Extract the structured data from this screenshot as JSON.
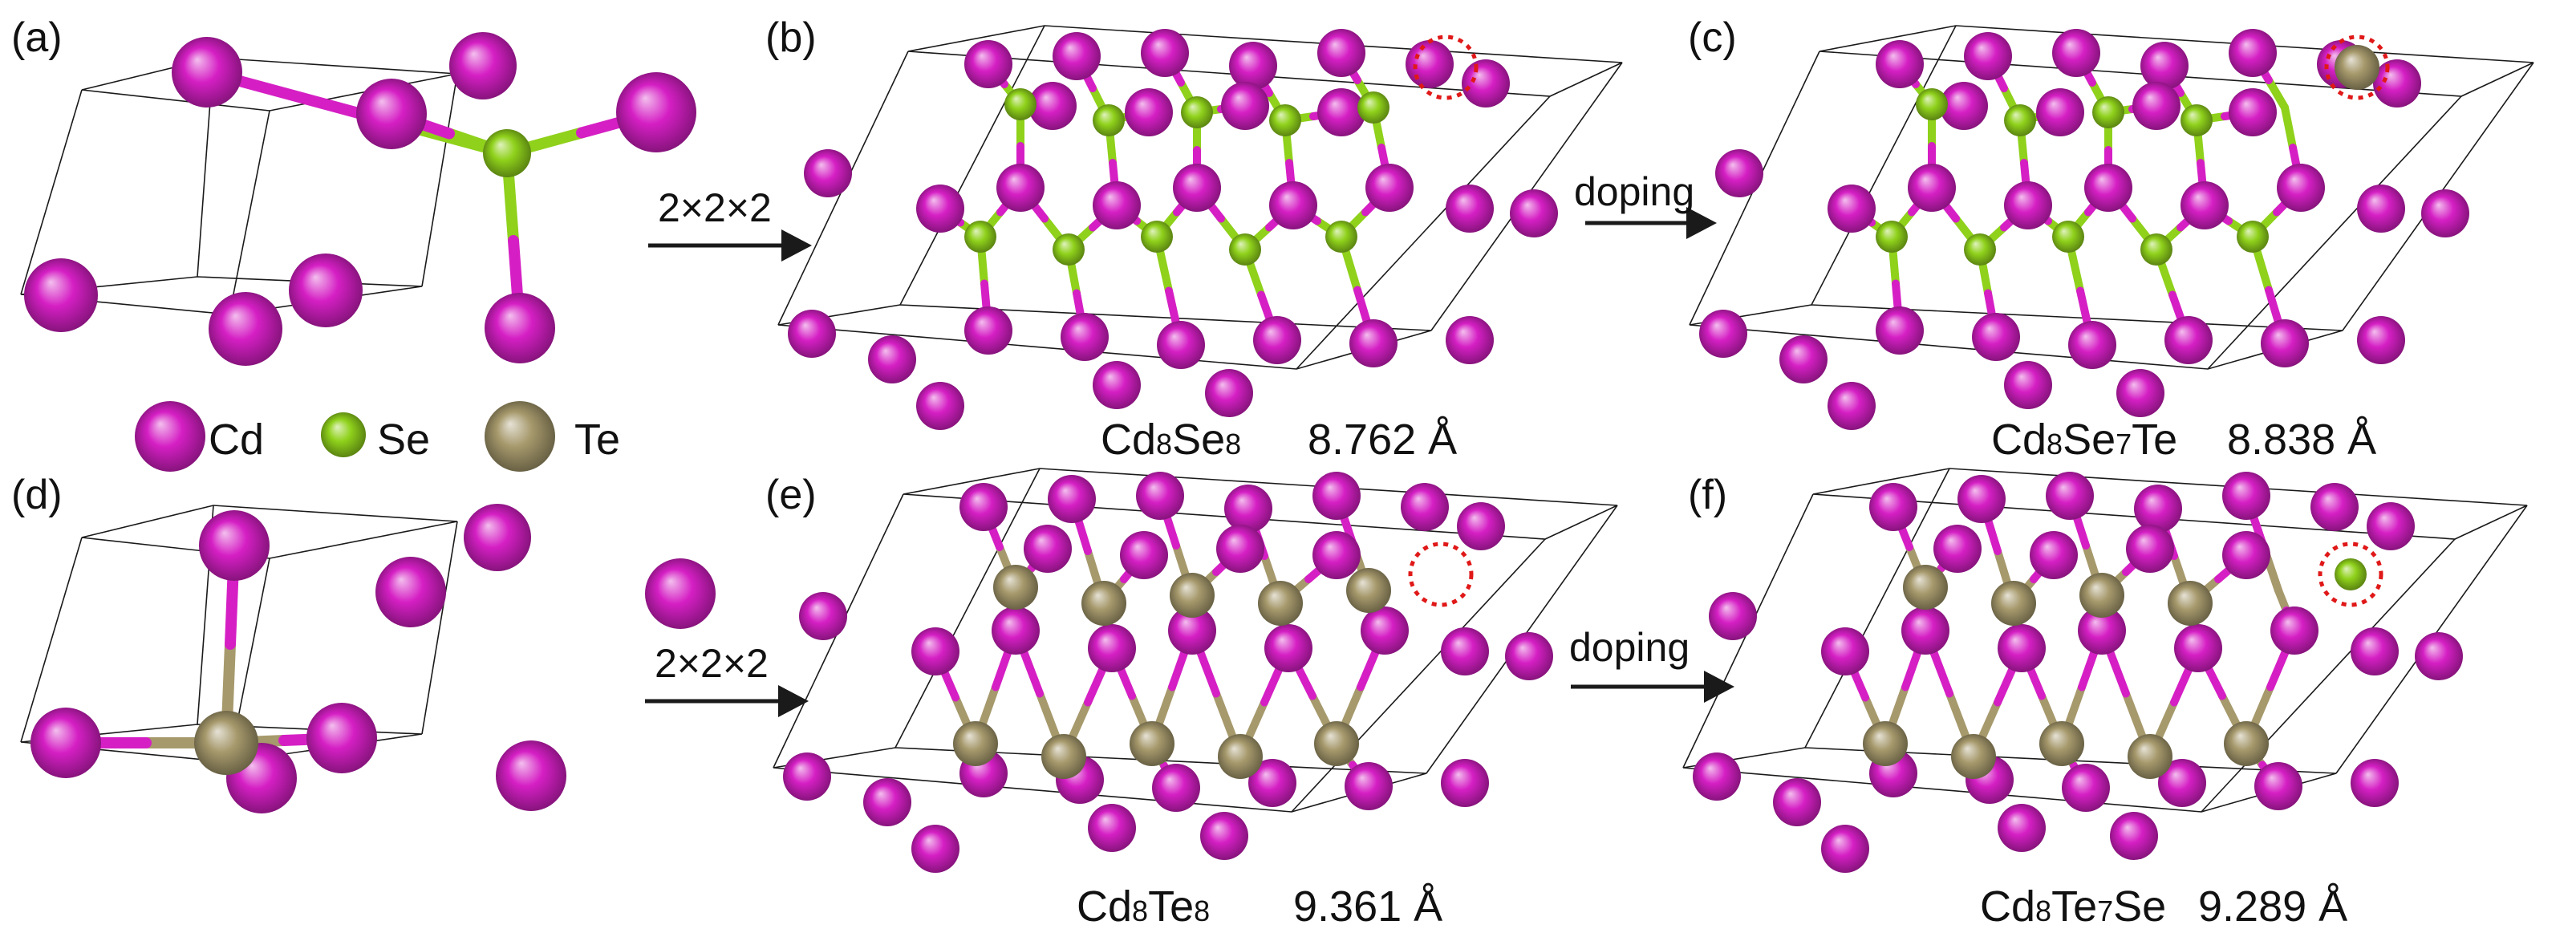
{
  "panels": [
    {
      "label": "(a)",
      "formula_parts": [],
      "lattice": ""
    },
    {
      "label": "(b)",
      "formula_parts": [
        [
          "Cd",
          false
        ],
        [
          "8",
          true
        ],
        [
          "Se",
          false
        ],
        [
          "8",
          true
        ]
      ],
      "lattice": "8.762 Å"
    },
    {
      "label": "(c)",
      "formula_parts": [
        [
          "Cd",
          false
        ],
        [
          "8",
          true
        ],
        [
          "Se",
          false
        ],
        [
          "7",
          true
        ],
        [
          "Te",
          false
        ]
      ],
      "lattice": "8.838 Å"
    },
    {
      "label": "(d)",
      "formula_parts": [],
      "lattice": ""
    },
    {
      "label": "(e)",
      "formula_parts": [
        [
          "Cd",
          false
        ],
        [
          "8",
          true
        ],
        [
          "Te",
          false
        ],
        [
          "8",
          true
        ]
      ],
      "lattice": "9.361 Å"
    },
    {
      "label": "(f)",
      "formula_parts": [
        [
          "Cd",
          false
        ],
        [
          "8",
          true
        ],
        [
          "Te",
          false
        ],
        [
          "7",
          true
        ],
        [
          "Se",
          false
        ]
      ],
      "lattice": "9.289 Å"
    }
  ],
  "arrows": [
    {
      "label": "2×2×2"
    },
    {
      "label": "doping"
    },
    {
      "label": "2×2×2"
    },
    {
      "label": "doping"
    }
  ],
  "legend": [
    {
      "element": "Cd",
      "color": "#d51fc4"
    },
    {
      "element": "Se",
      "color": "#8fd11b"
    },
    {
      "element": "Te",
      "color": "#a6996c"
    }
  ],
  "colors": {
    "Cd": "#d51fc4",
    "Se": "#8fd11b",
    "Te": "#a6996c",
    "dopant_marker": "#e01818",
    "cell_edge": "#1a1a1a",
    "arrow": "#1a1a1a"
  }
}
